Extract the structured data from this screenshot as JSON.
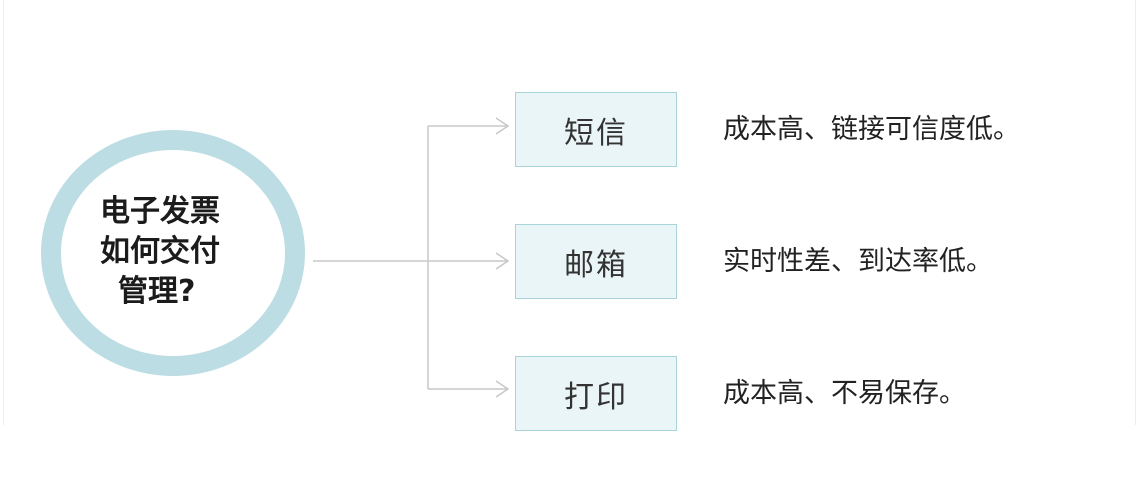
{
  "diagram": {
    "center": {
      "lines": [
        "电子发票",
        "如何交付",
        "管理?"
      ]
    },
    "branches": [
      {
        "label": "短信",
        "description": "成本高、链接可信度低。"
      },
      {
        "label": "邮箱",
        "description": "实时性差、到达率低。"
      },
      {
        "label": "打印",
        "description": "成本高、不易保存。"
      }
    ],
    "colors": {
      "ring": "#bcdde3",
      "box_fill": "#eaf5f7",
      "box_border": "#a9d2da",
      "connector": "#c8c8c8"
    }
  }
}
